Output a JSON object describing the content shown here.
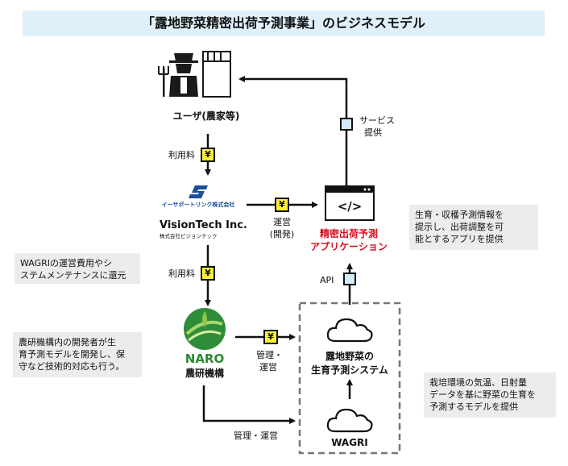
{
  "title": "「露地野菜精密出荷予測事業」のビジネスモデル",
  "user": {
    "label": "ユーザ(農家等)"
  },
  "flows": {
    "usage_fee_1": "利用料",
    "usage_fee_2": "利用料",
    "operation_line1": "運営",
    "operation_line2": "(開発)",
    "service_line1": "サービス",
    "service_line2": "提供",
    "api": "API",
    "manage_line1": "管理・",
    "manage_line2": "運営",
    "manage_bottom": "管理・運営",
    "yen_symbol": "¥"
  },
  "visiontech": {
    "logo_jp": "イーサポートリンク株式会社",
    "name": "VisionTech Inc.",
    "sub": "株式会社ビジョンテック"
  },
  "app": {
    "code_glyph": "</>",
    "label_line1": "精密出荷予測",
    "label_line2": "アプリケーション"
  },
  "naro": {
    "logo_text": "NARO",
    "label": "農研機構"
  },
  "system": {
    "label_line1": "露地野菜の",
    "label_line2": "生育予測システム"
  },
  "wagri": {
    "label": "WAGRI"
  },
  "notes": {
    "wagri_cost_line1": "WAGRIの運営費用やシ",
    "wagri_cost_line2": "ステムメンテナンスに還元",
    "naro_dev_line1": "農研機構内の開発者が生",
    "naro_dev_line2": "育予測モデルを開発し、保",
    "naro_dev_line3": "守など技術的対応も行う。",
    "app_desc_line1": "生育・収穫予測情報を",
    "app_desc_line2": "提示し、出荷調整を可",
    "app_desc_line3": "能とするアプリを提供",
    "model_desc_line1": "栽培環境の気温、日射量",
    "model_desc_line2": "データを基に野菜の生育を",
    "model_desc_line3": "予測するモデルを提供"
  },
  "colors": {
    "title_bg": "#dff0fb",
    "accent_red": "#d3101e",
    "naro_green": "#3a9a3a",
    "yen_bg": "#ffef3a"
  }
}
